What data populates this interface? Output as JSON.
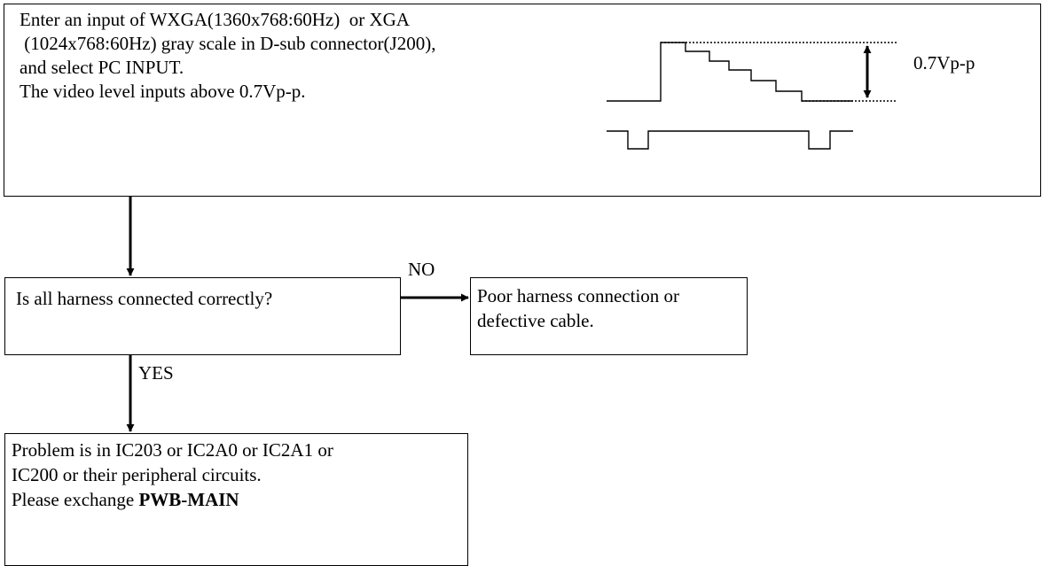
{
  "input_box": {
    "lines": [
      "Enter an input of WXGA(1360x768:60Hz)  or XGA",
      " (1024x768:60Hz) gray scale in D-sub connector(J200),",
      "and select PC INPUT.",
      "The video level inputs above 0.7Vp-p."
    ]
  },
  "waveform": {
    "amplitude_label": "0.7Vp-p"
  },
  "question_box": {
    "text": "Is all harness connected correctly?"
  },
  "no_label": "NO",
  "yes_label": "YES",
  "no_result_box": {
    "lines": [
      "Poor harness connection or",
      "defective cable."
    ]
  },
  "yes_result_box": {
    "lines": [
      "Problem is in IC203 or IC2A0 or IC2A1 or",
      "IC200 or their peripheral circuits.",
      "Please exchange "
    ],
    "bold_part": "PWB-MAIN"
  }
}
